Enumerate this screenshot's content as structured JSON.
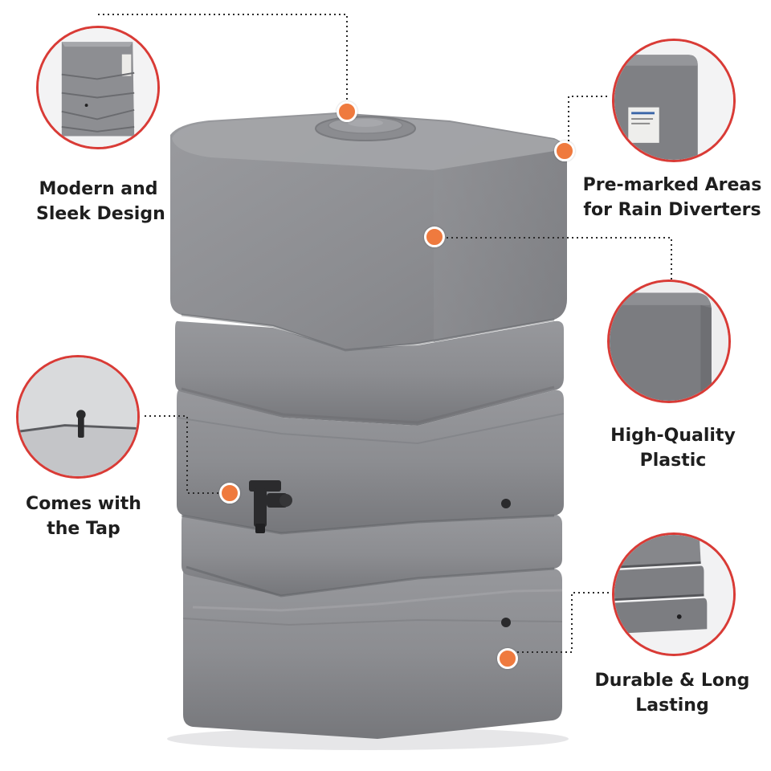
{
  "features": {
    "design": {
      "line1": "Modern and",
      "line2": "Sleek Design"
    },
    "diverters": {
      "line1": "Pre-marked Areas",
      "line2": "for Rain Diverters"
    },
    "plastic": {
      "line1": "High-Quality",
      "line2": "Plastic"
    },
    "tap": {
      "line1": "Comes with",
      "line2": "the Tap"
    },
    "durable": {
      "line1": "Durable & Long",
      "line2": "Lasting"
    }
  },
  "colors": {
    "accent_dot": "#ef7a3e",
    "circle_border": "#d93b36",
    "tank_gray": "#8c8d91",
    "text": "#1e1e1e"
  }
}
